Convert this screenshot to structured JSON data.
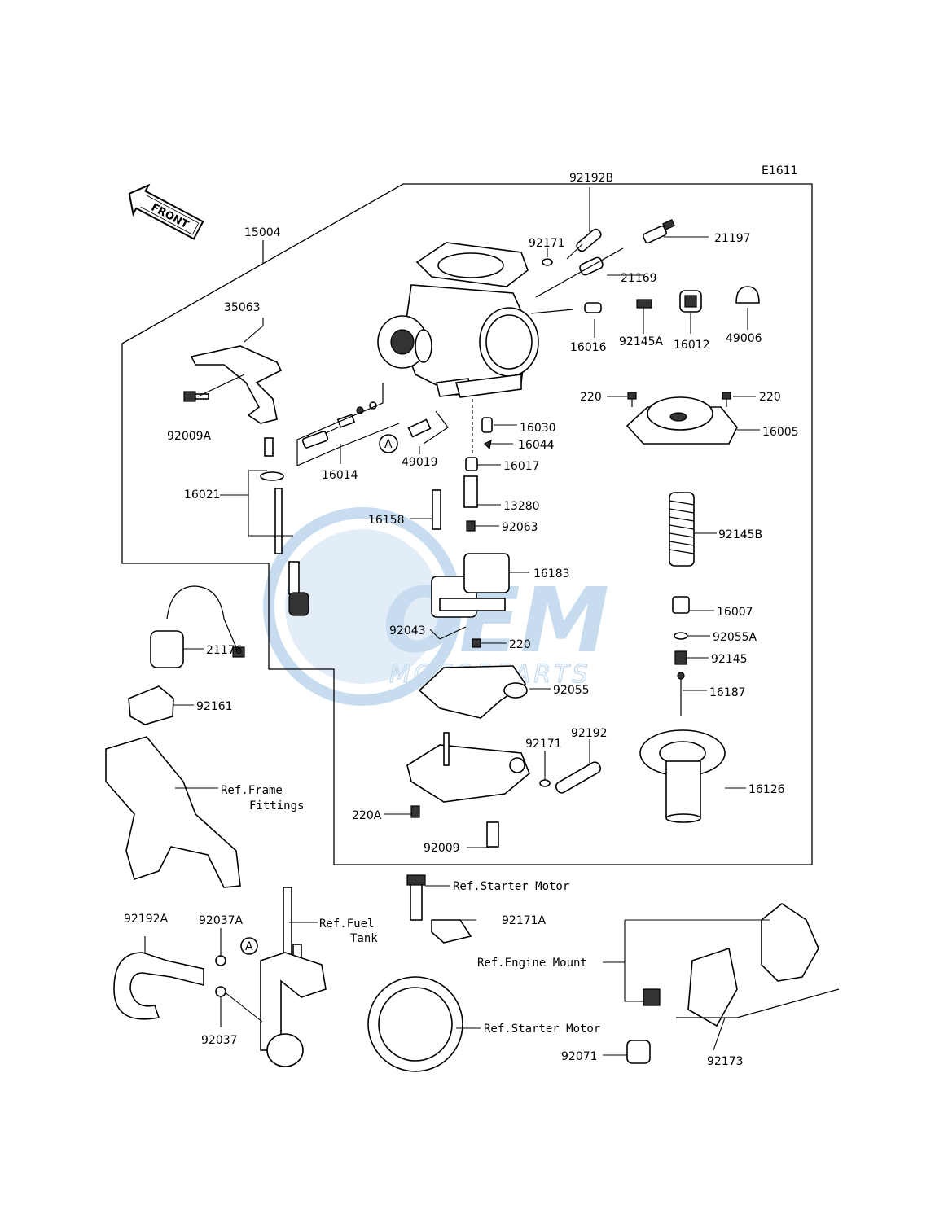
{
  "diagram_id": "E1611",
  "front_label": "FRONT",
  "watermark": {
    "line1": "OEM",
    "line2": "MOTORPARTS",
    "color": "#3a86c8"
  },
  "callout_marker": "A",
  "labels": {
    "p15004": "15004",
    "p35063": "35063",
    "p92009A": "92009A",
    "p16021": "16021",
    "p16014": "16014",
    "p49019": "49019",
    "p92171_top": "92171",
    "p92192B": "92192B",
    "p21197": "21197",
    "p21169": "21169",
    "p16016": "16016",
    "p92145A": "92145A",
    "p16012": "16012",
    "p49006": "49006",
    "p220_a": "220",
    "p220_b": "220",
    "p16005": "16005",
    "p16030": "16030",
    "p16044": "16044",
    "p16017": "16017",
    "p13280": "13280",
    "p16158": "16158",
    "p92063": "92063",
    "p92145B": "92145B",
    "p16183": "16183",
    "p16007": "16007",
    "p92043": "92043",
    "p220_c": "220",
    "p92055A": "92055A",
    "p92145": "92145",
    "p21176": "21176",
    "p92055": "92055",
    "p16187": "16187",
    "p92161": "92161",
    "p92171_mid": "92171",
    "p92192": "92192",
    "p16126": "16126",
    "p220A": "220A",
    "p92009": "92009",
    "p92192A": "92192A",
    "p92037A": "92037A",
    "p92037": "92037",
    "p92171A": "92171A",
    "p92071": "92071",
    "p92173": "92173"
  },
  "refs": {
    "frame_line1": "Ref.Frame",
    "frame_line2": "Fittings",
    "starter_top": "Ref.Starter Motor",
    "fuel_line1": "Ref.Fuel",
    "fuel_line2": "Tank",
    "engine_mount": "Ref.Engine Mount",
    "starter_bottom": "Ref.Starter Motor"
  }
}
